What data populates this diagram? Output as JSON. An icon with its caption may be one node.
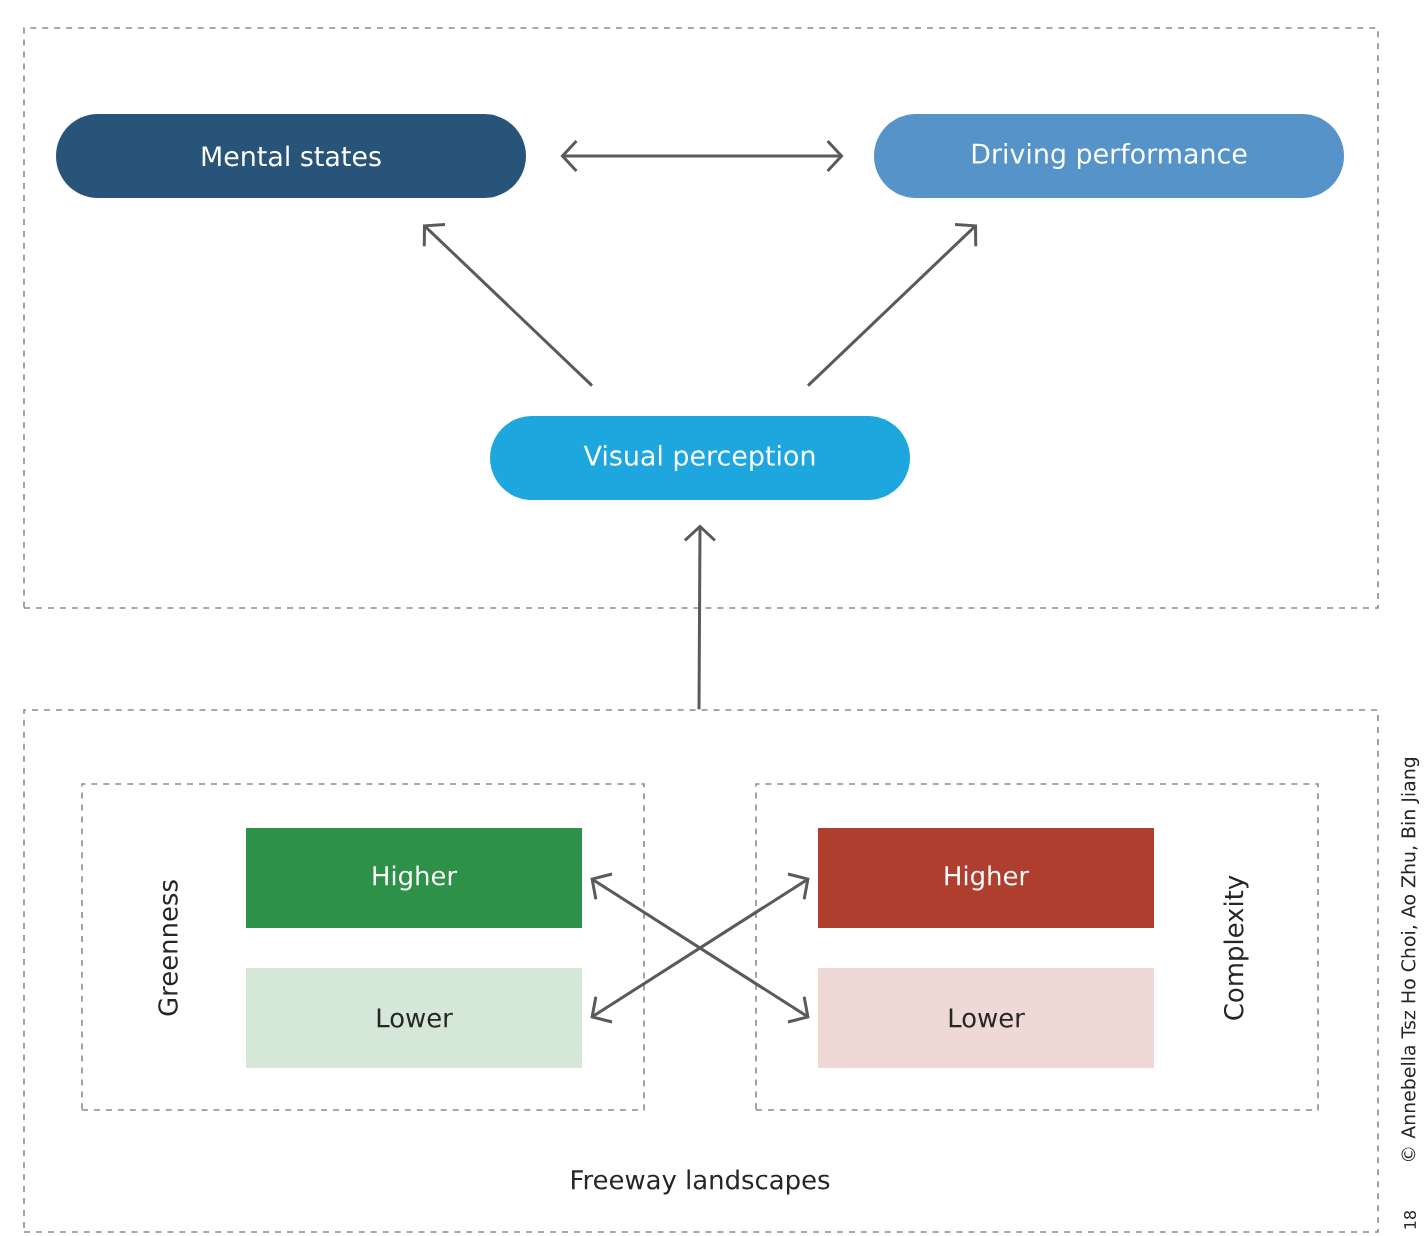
{
  "diagram": {
    "nodes": [
      {
        "text": [],
        "shape": "box"
      },
      {
        "text": [
          "Mental states"
        ],
        "in": 0
      },
      {
        "text": [
          "Driving performance"
        ],
        "in": 0
      },
      {
        "text": [
          "Visual perception"
        ],
        "in": 0
      },
      {
        "text": [
          "Freeway landscapes"
        ]
      },
      {
        "text": [
          "Greenness"
        ],
        "in": 4
      },
      {
        "text": [
          "Higher"
        ],
        "in": 5
      },
      {
        "text": [
          "Lower"
        ],
        "in": 5
      },
      {
        "text": [
          "Complexity"
        ],
        "in": 4
      },
      {
        "text": [
          "Higher"
        ],
        "in": 8
      },
      {
        "text": [
          "Lower"
        ],
        "in": 8
      }
    ],
    "edges": [
      {
        "from": 1,
        "to": 2,
        "arrow": "both"
      },
      {
        "from": 3,
        "to": 1,
        "arrow": "to"
      },
      {
        "from": 3,
        "to": 2,
        "arrow": "to"
      },
      {
        "from": 4,
        "to": 3,
        "arrow": "to"
      },
      {
        "from": 6,
        "to": 10,
        "arrow": "both"
      },
      {
        "from": 7,
        "to": 9,
        "arrow": "both"
      }
    ],
    "labels": [
      "© Annebella Tsz Ho Choi, Ao Zhu, Bin Jiang",
      "18"
    ]
  }
}
